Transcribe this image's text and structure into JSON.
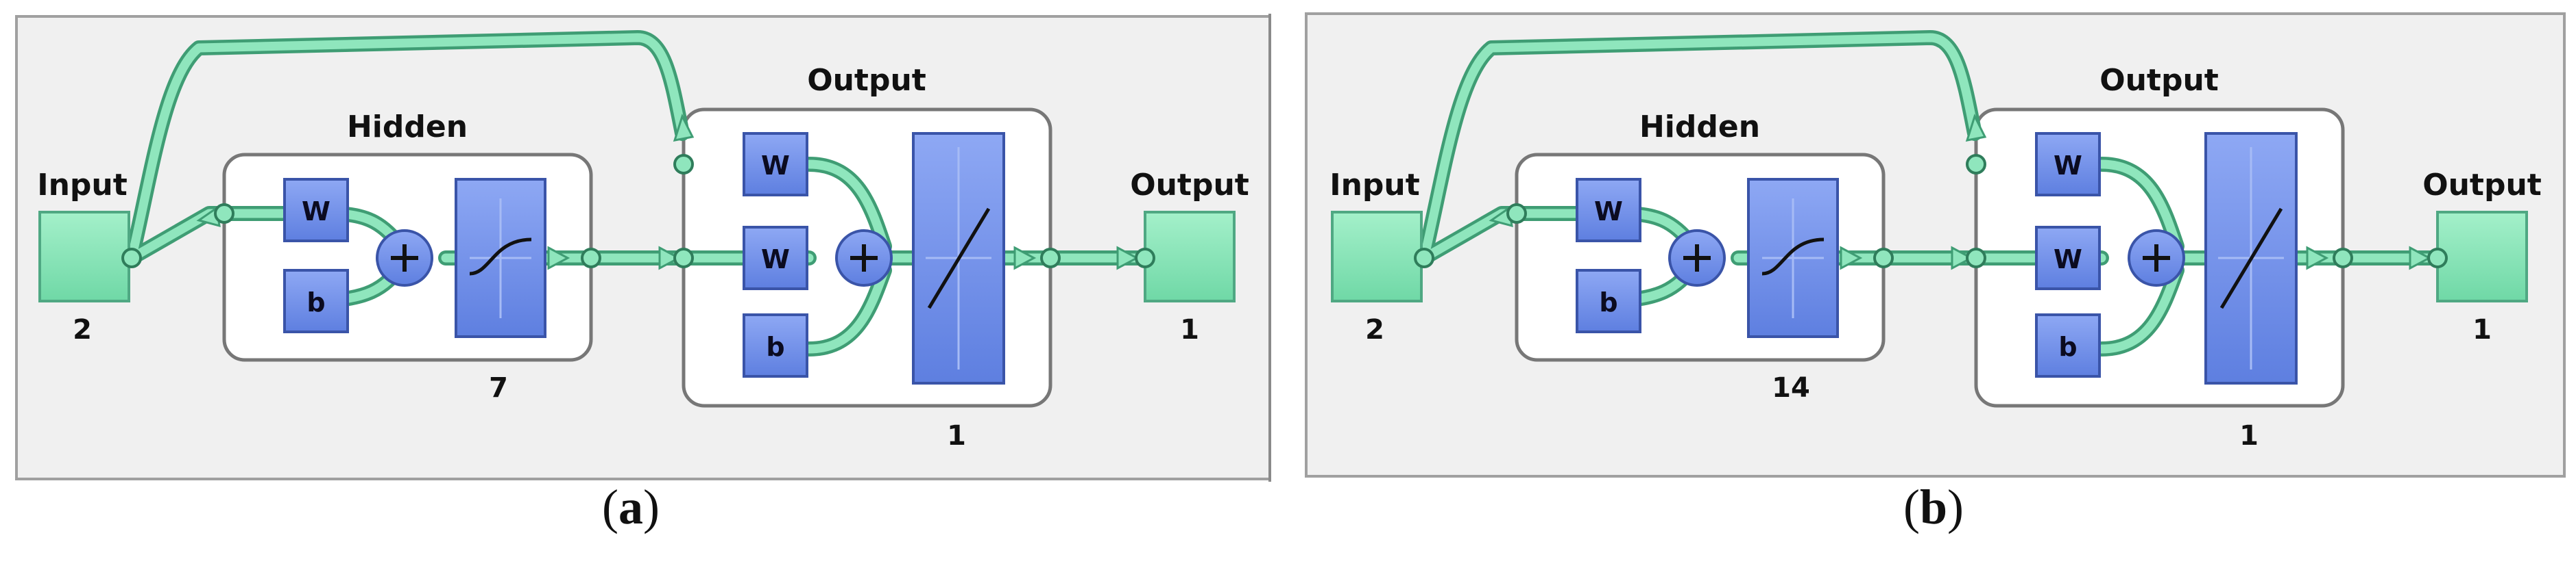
{
  "panels": [
    {
      "caption_letter": "a",
      "input": {
        "title": "Input",
        "size": "2"
      },
      "hidden": {
        "title": "Hidden",
        "size": "7",
        "weight": "W",
        "bias": "b"
      },
      "output_layer": {
        "title": "Output",
        "size": "1",
        "weight_input": "W",
        "weight_hidden": "W",
        "bias": "b"
      },
      "output": {
        "title": "Output",
        "size": "1"
      }
    },
    {
      "caption_letter": "b",
      "input": {
        "title": "Input",
        "size": "2"
      },
      "hidden": {
        "title": "Hidden",
        "size": "14",
        "weight": "W",
        "bias": "b"
      },
      "output_layer": {
        "title": "Output",
        "size": "1",
        "weight_input": "W",
        "weight_hidden": "W",
        "bias": "b"
      },
      "output": {
        "title": "Output",
        "size": "1"
      }
    }
  ],
  "colors": {
    "panel_bg": "#f0f0f0",
    "panel_border": "#a0a0a0",
    "io_box": "#80e0b0",
    "block": "#6f8fe8",
    "connector": "#7fdcb0",
    "connector_dark": "#3f9d74"
  }
}
